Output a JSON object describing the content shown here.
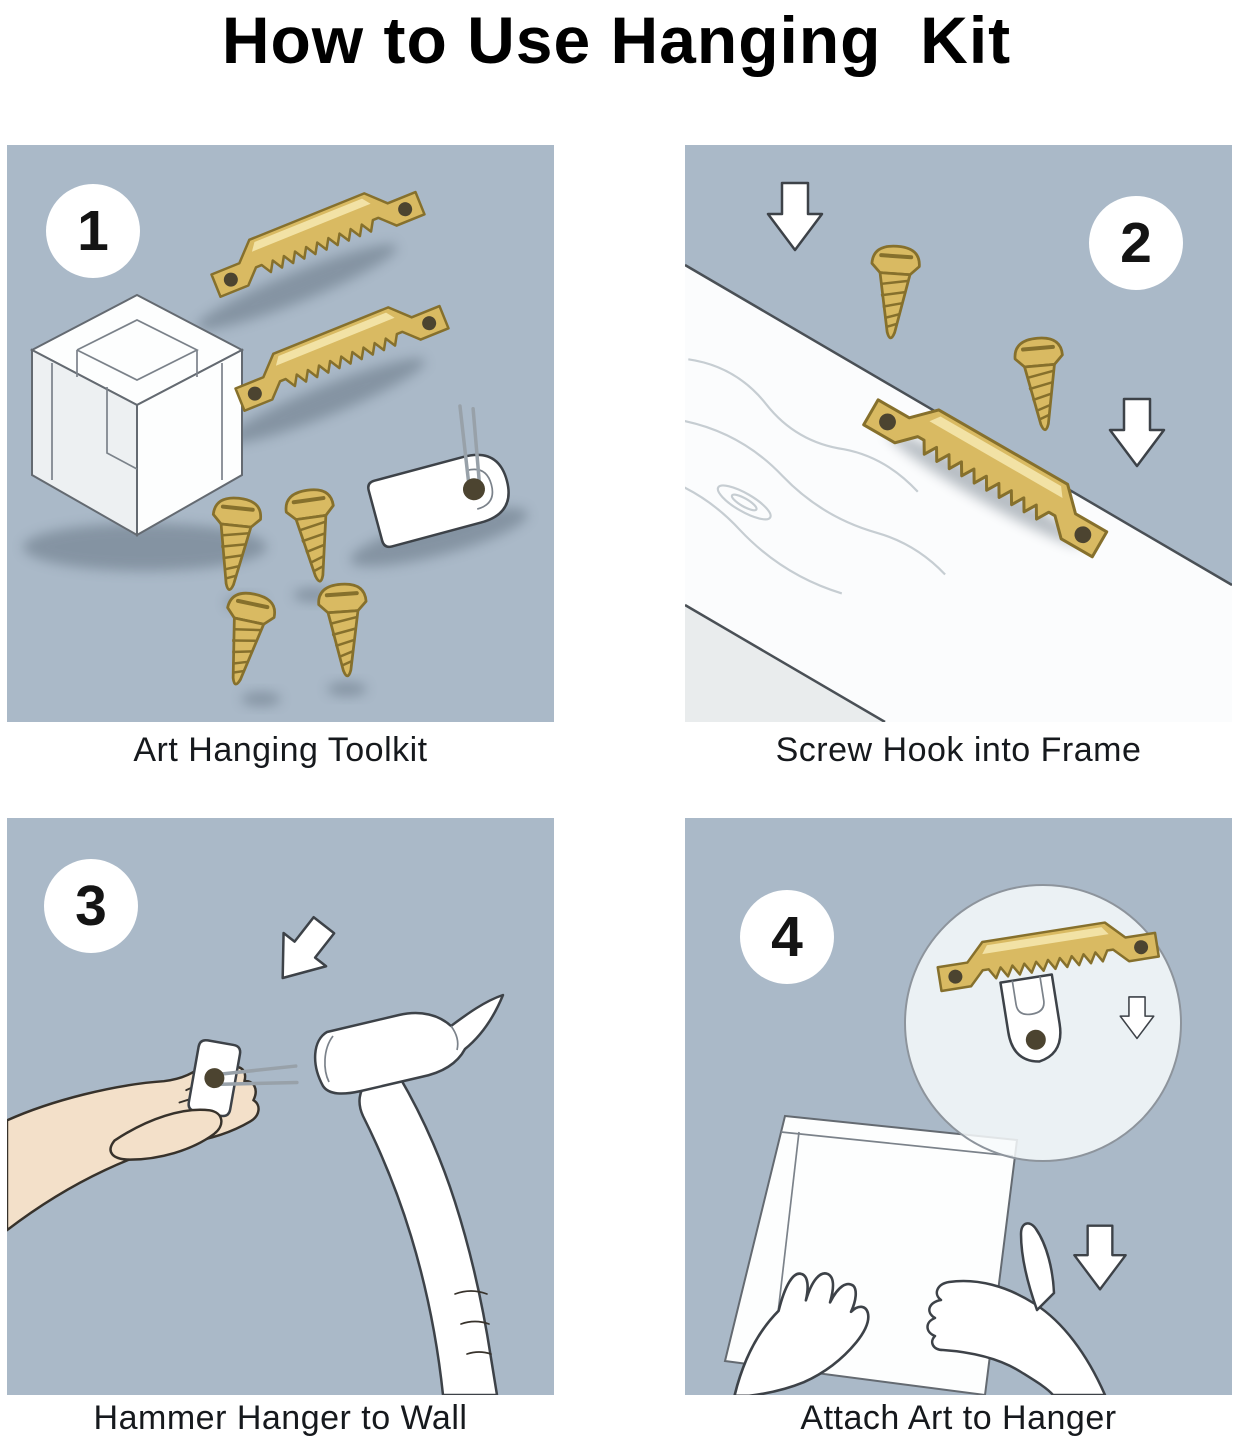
{
  "title": "How to Use Hanging  Kit",
  "panels": [
    {
      "number": "1",
      "caption": "Art Hanging Toolkit"
    },
    {
      "number": "2",
      "caption": "Screw Hook into Frame"
    },
    {
      "number": "3",
      "caption": "Hammer Hanger to Wall"
    },
    {
      "number": "4",
      "caption": "Attach Art to Hanger"
    }
  ],
  "icons": {
    "sawtooth_hanger": "gold sawtooth picture hanger",
    "screw": "brass screw",
    "storage_box": "clear storage case",
    "hook_hanger": "white pin-hook hanger",
    "down_arrow": "white outlined down arrow",
    "hammer": "hammer",
    "hand": "hand pinching hanger",
    "canvas": "canvas artwork",
    "magnifier": "zoom detail circle"
  },
  "colors": {
    "page-bg": "#ffffff",
    "panel-bg": "#aab9c8",
    "brass": "#d9ba62",
    "brass-light": "#f4e7ad",
    "brass-dark": "#86702c",
    "hole": "#4c4430",
    "line": "#3d4248",
    "skin": "#f3e0c9",
    "title-color": "#000000",
    "caption-color": "#16191d"
  }
}
